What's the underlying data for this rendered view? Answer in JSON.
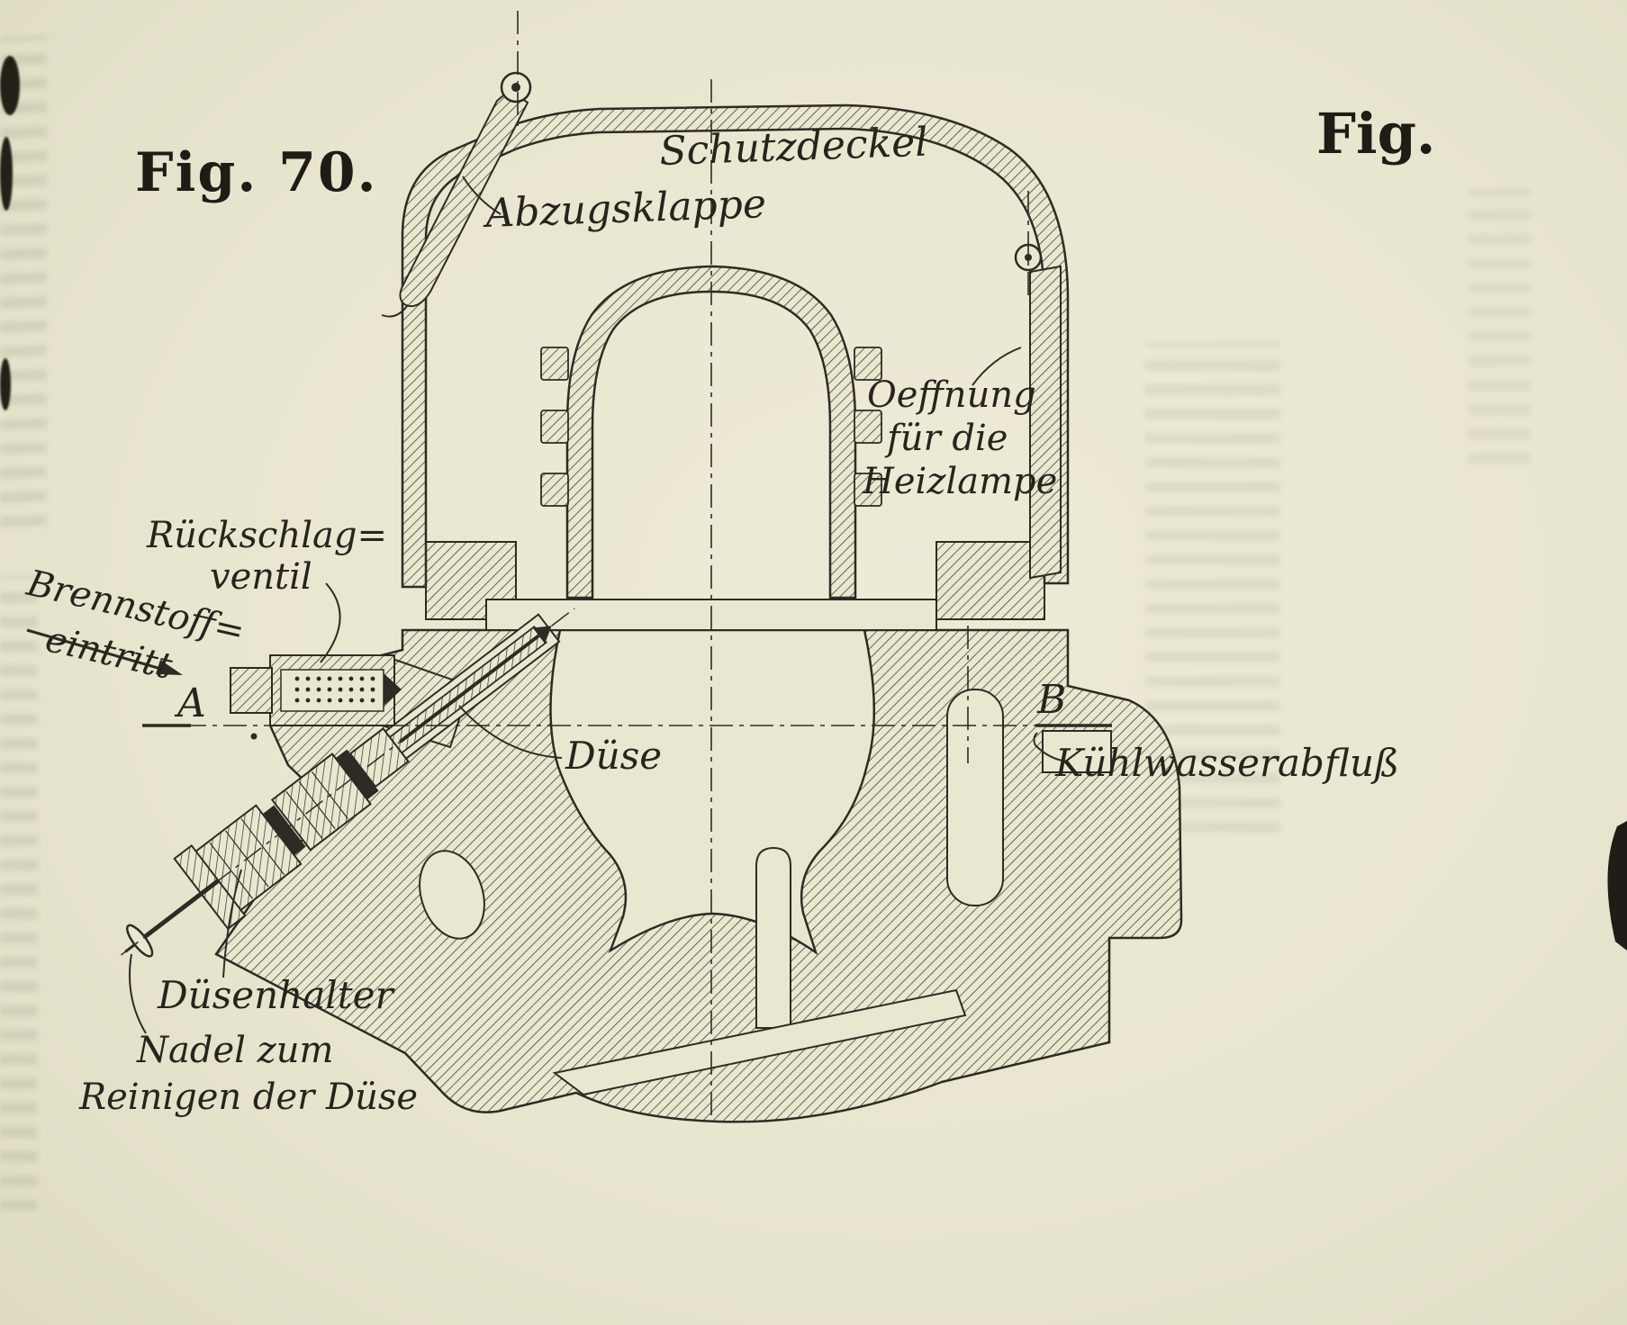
{
  "page": {
    "background_color": "#e9e6d0",
    "ink_color": "#2e2b24"
  },
  "figure": {
    "caption": "Fig. 70.",
    "caption_partial_right": "Fig.",
    "labels": {
      "schutzdeckel": "Schutzdeckel",
      "abzugsklappe": "Abzugsklappe",
      "oeffnung_line1": "Oeffnung",
      "oeffnung_line2": "für die",
      "oeffnung_line3": "Heizlampe",
      "rueckschlag_line1": "Rückschlag=",
      "rueckschlag_line2": "ventil",
      "brennstoff_line1": "Brennstoff=",
      "brennstoff_line2": "eintritt",
      "point_a": "A",
      "duese": "Düse",
      "point_b": "B",
      "kuehlwasser": "Kühlwasserabfluß",
      "duesenhalter": "Düsenhalter",
      "nadel_line1": "Nadel zum",
      "nadel_line2": "Reinigen der Düse"
    }
  }
}
